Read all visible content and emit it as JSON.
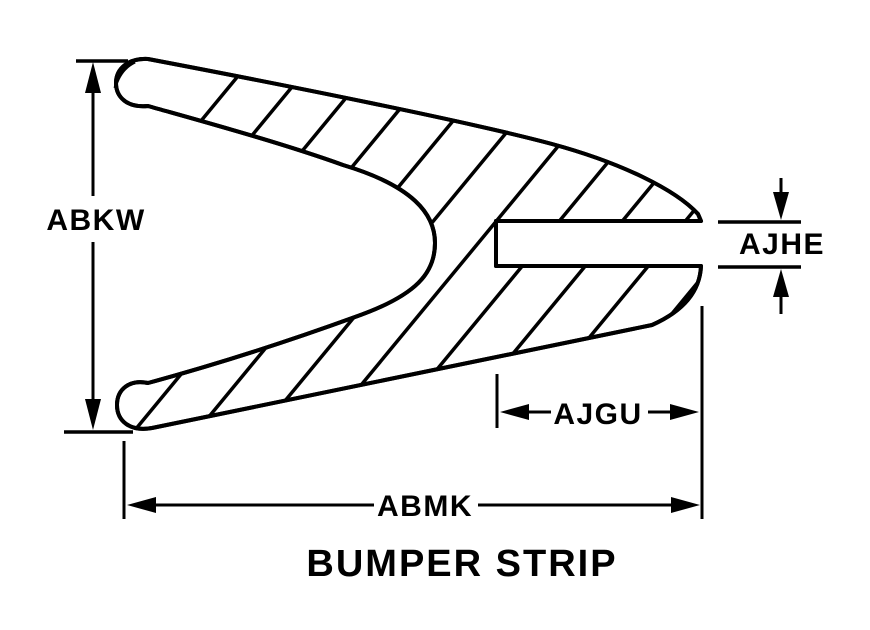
{
  "diagram": {
    "title": "BUMPER STRIP",
    "labels": {
      "height": "ABKW",
      "slot_height": "AJHE",
      "slot_depth": "AJGU",
      "overall_width": "ABMK"
    },
    "colors": {
      "line": "#000000",
      "background": "#ffffff"
    }
  }
}
